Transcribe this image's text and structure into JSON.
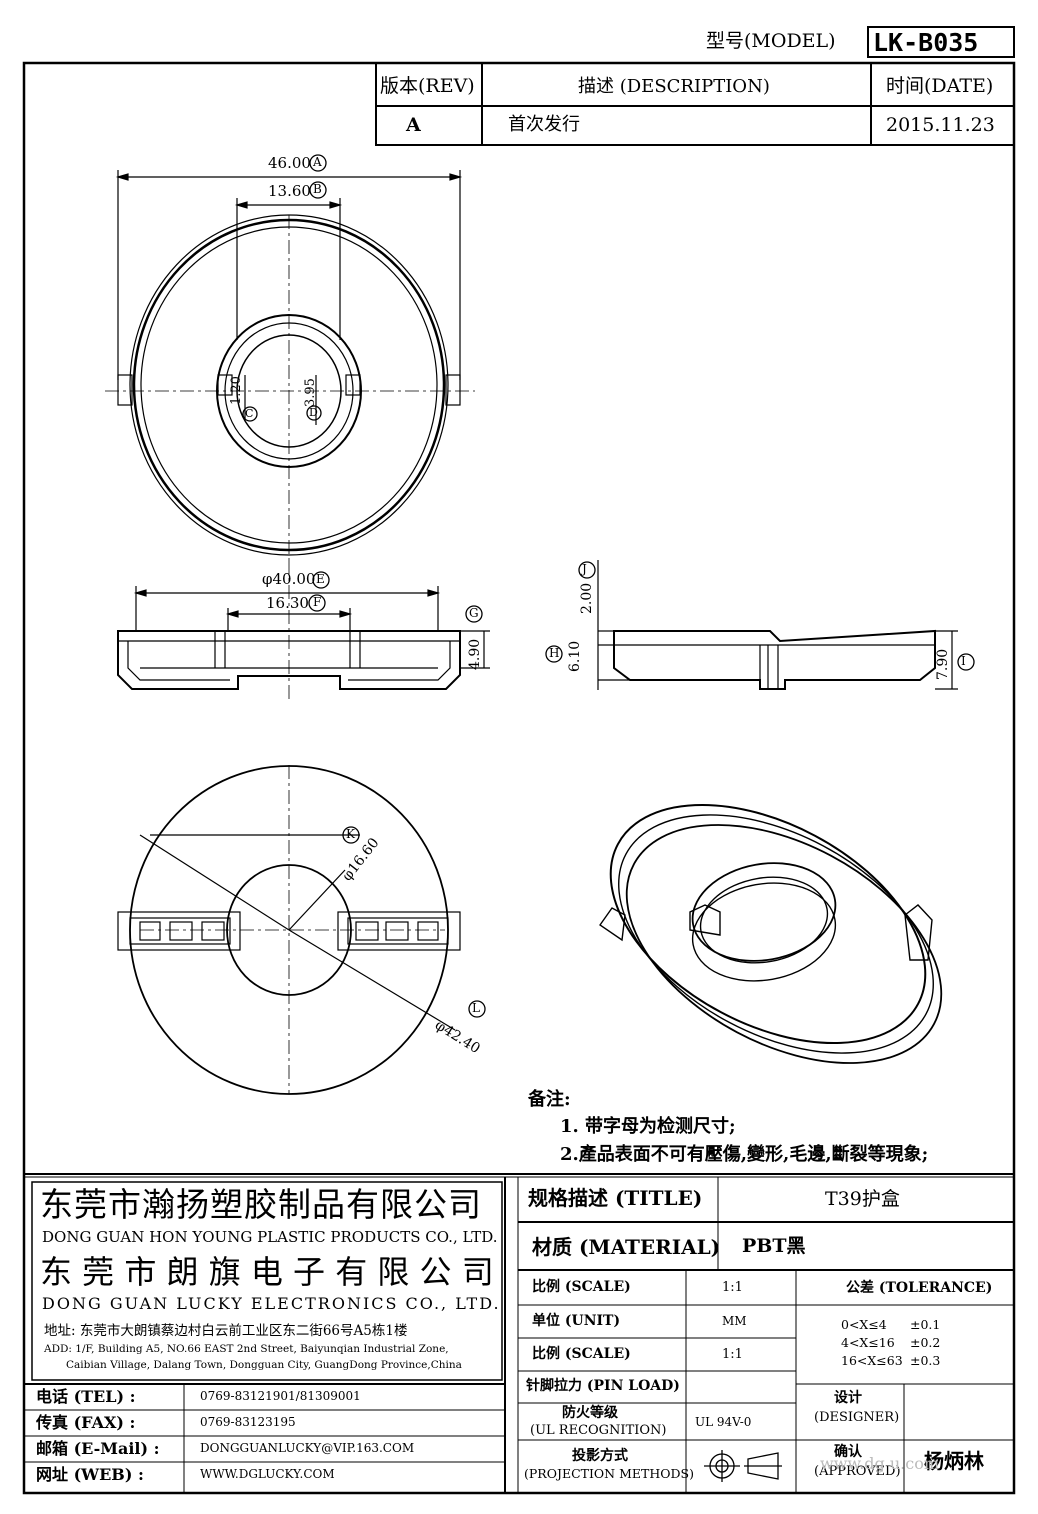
{
  "header": {
    "model_label": "型号(MODEL)",
    "model_value": "LK-B035"
  },
  "revision_table": {
    "headers": {
      "rev": "版本(REV)",
      "description": "描述 (DESCRIPTION)",
      "date": "时间(DATE)"
    },
    "rows": [
      {
        "rev": "A",
        "description": "首次发行",
        "date": "2015.11.23"
      }
    ]
  },
  "dimensions": {
    "outer_width": "46.00",
    "inner_width": "13.60",
    "hole_1": "1.20",
    "hole_2": "3.95",
    "diameter_40": "φ40.00",
    "dim_16_30": "16.30",
    "height_4_90": "4.90",
    "dim_2_00": "2.00",
    "dim_6_10": "6.10",
    "height_7_90": "7.90",
    "diameter_16_60": "φ16.60",
    "diameter_42_40": "φ42.40",
    "markers": [
      "A",
      "B",
      "C",
      "D",
      "E",
      "F",
      "G",
      "H",
      "I",
      "J",
      "K",
      "L"
    ]
  },
  "notes": {
    "title": "备注:",
    "items": [
      "1. 带字母为检测尺寸;",
      "2.產品表面不可有壓傷,變形,毛邊,斷裂等現象;"
    ]
  },
  "company": {
    "name_cn_1": "东莞市瀚扬塑胶制品有限公司",
    "name_en_1": "DONG GUAN HON YOUNG PLASTIC PRODUCTS CO., LTD.",
    "name_cn_2": "东 莞 市 朗 旗 电 子 有 限 公 司",
    "name_en_2": "DONG GUAN LUCKY ELECTRONICS CO., LTD.",
    "address_cn": "地址: 东莞市大朗镇蔡边村白云前工业区东二街66号A5栋1楼",
    "address_en_1": "ADD: 1/F, Building A5, NO.66 EAST 2nd Street, Baiyunqian Industrial Zone,",
    "address_en_2": "Caibian Village, Dalang Town, Dongguan City, GuangDong Province,China"
  },
  "contact": [
    {
      "label": "电话 (TEL) :",
      "value": "0769-83121901/81309001"
    },
    {
      "label": "传真 (FAX) :",
      "value": "0769-83123195"
    },
    {
      "label": "邮箱 (E-Mail) :",
      "value": "DONGGUANLUCKY@VIP.163.COM"
    },
    {
      "label": "网址 (WEB) :",
      "value": "WWW.DGLUCKY.COM"
    }
  ],
  "title_block": {
    "title_label": "规格描述 (TITLE)",
    "title_value": "T39护盒",
    "material_label": "材质 (MATERIAL)",
    "material_value": "PBT黑",
    "scale_label": "比例 (SCALE)",
    "scale_value": "1:1",
    "unit_label": "单位 (UNIT)",
    "unit_value": "MM",
    "scale2_label": "比例 (SCALE)",
    "scale2_value": "1:1",
    "pin_load_label": "针脚拉力 (PIN LOAD)",
    "pin_load_value": "",
    "fire_label_1": "防火等级",
    "fire_label_2": "(UL RECOGNITION)",
    "fire_value": "UL 94V-0",
    "projection_label_1": "投影方式",
    "projection_label_2": "(PROJECTION METHODS)",
    "tolerance_label": "公差 (TOLERANCE)",
    "tolerance_rows": [
      {
        "range": "0<X≤4",
        "value": "±0.1"
      },
      {
        "range": "4<X≤16",
        "value": "±0.2"
      },
      {
        "range": "16<X≤63",
        "value": "±0.3"
      }
    ],
    "designer_label_1": "设计",
    "designer_label_2": "(DESIGNER)",
    "designer_value": "",
    "approved_label_1": "确认",
    "approved_label_2": "(APPROVED)",
    "approved_value": "杨炳林",
    "watermark": "www.dg u.com"
  }
}
